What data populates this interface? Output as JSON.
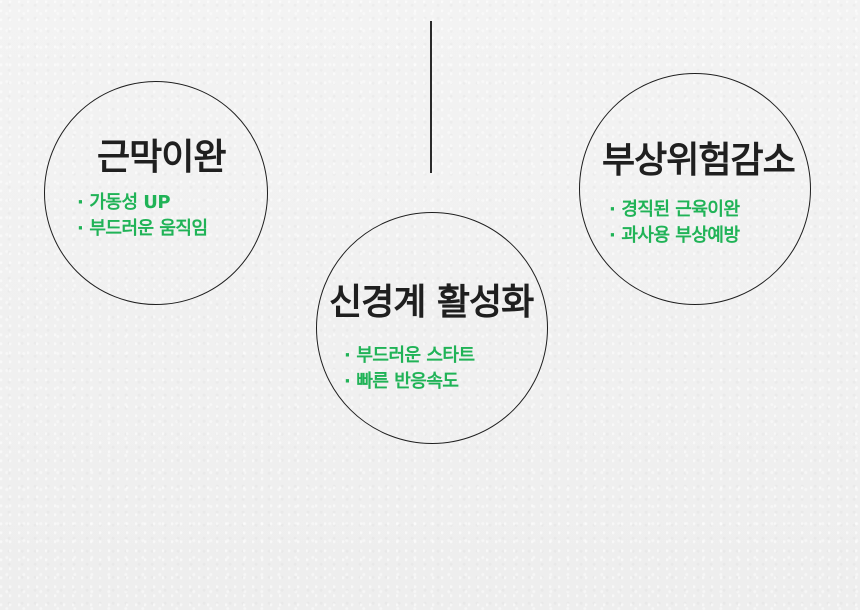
{
  "sections": {
    "muscle_relaxation": {
      "title": "근막이완",
      "items": [
        "가동성 UP",
        "부드러운 움직임"
      ]
    },
    "nerve_activation": {
      "title": "신경계 활성화",
      "items": [
        "부드러운 스타트",
        "빠른 반응속도"
      ]
    },
    "injury_risk_reduction": {
      "title": "부상위험감소",
      "items": [
        "경직된 근육이완",
        "과사용 부상예방"
      ]
    }
  },
  "colors": {
    "title": "#1f1f1f",
    "accent": "#20b357",
    "line": "#2a2a2a",
    "background": "#f1f1f1"
  }
}
